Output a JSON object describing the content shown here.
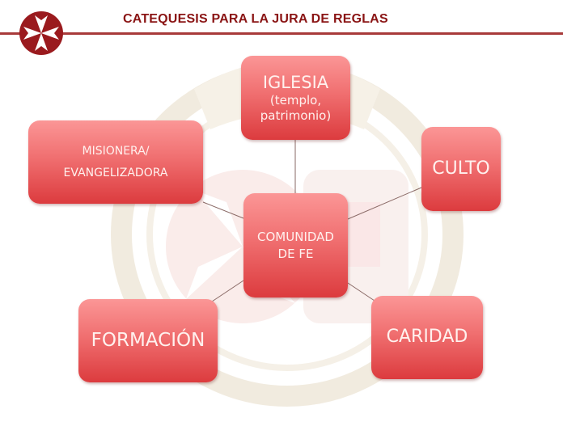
{
  "header": {
    "title": "CATEQUESIS PARA LA JURA DE REGLAS",
    "logo_icon": "maltese-cross-icon",
    "accent_color": "#8a1414",
    "line_color": "#a83a3a"
  },
  "diagram": {
    "center": {
      "id": "comunidad",
      "lines": [
        "COMUNIDAD",
        "DE FE"
      ]
    },
    "nodes": [
      {
        "id": "iglesia",
        "main": "IGLESIA",
        "sub": [
          "(templo,",
          "patrimonio)"
        ]
      },
      {
        "id": "misionera",
        "lines": [
          "MISIONERA/",
          "EVANGELIZADORA"
        ]
      },
      {
        "id": "culto",
        "label": "CULTO"
      },
      {
        "id": "formacion",
        "label": "FORMACIÓN"
      },
      {
        "id": "caridad",
        "label": "CARIDAD"
      }
    ],
    "node_colors": {
      "top": "#fb9696",
      "bottom": "#dc3b3e",
      "text": "#fff1ee"
    },
    "connector_color": "#8a6a66"
  }
}
